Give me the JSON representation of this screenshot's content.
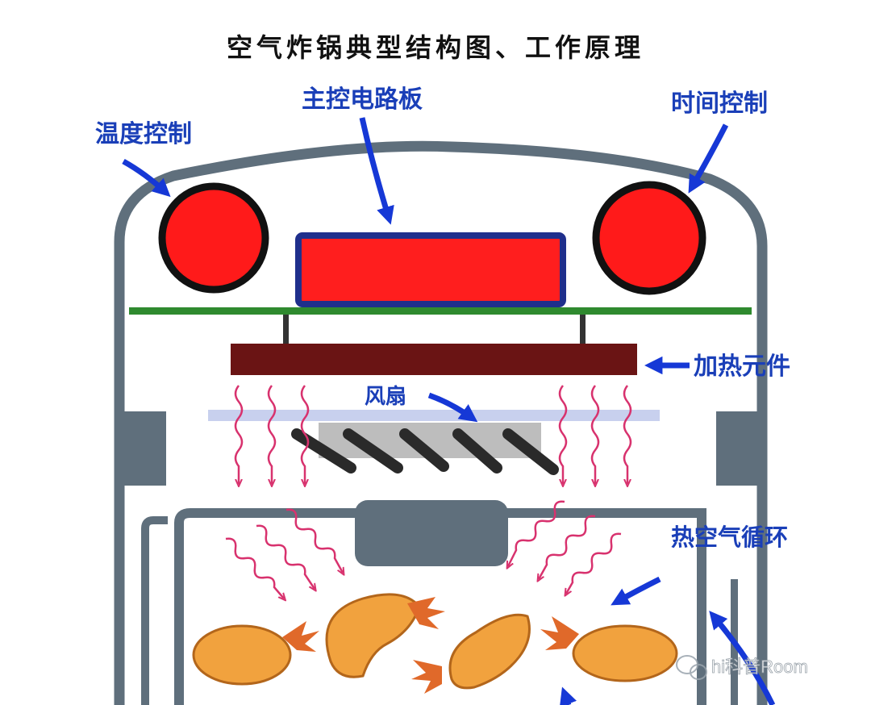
{
  "title": "空气炸锅典型结构图、工作原理",
  "labels": {
    "temperature_control": "温度控制",
    "main_board": "主控电路板",
    "time_control": "时间控制",
    "heating_element": "加热元件",
    "fan": "风扇",
    "hot_air_circulation": "热空气循环"
  },
  "watermark": "hi科普Room",
  "colors": {
    "outline": "#5f6f7c",
    "knob_red": "#ff1a1a",
    "board_red": "#ff1e1e",
    "board_border": "#1f2f8c",
    "pcb_green": "#2f8a2f",
    "heater": "#6a1414",
    "arrow_blue": "#1638d6",
    "heat_wave": "#d8326e",
    "fan_blade": "#2a2a2a",
    "fan_housing": "#bdbdbd",
    "shrimp": "#f1a23e",
    "label_blue": "#1a3fb8"
  },
  "icons": [
    "knob-icon",
    "arrow-icon",
    "heat-wave-icon",
    "fan-icon",
    "shrimp-icon",
    "wechat-icon"
  ]
}
